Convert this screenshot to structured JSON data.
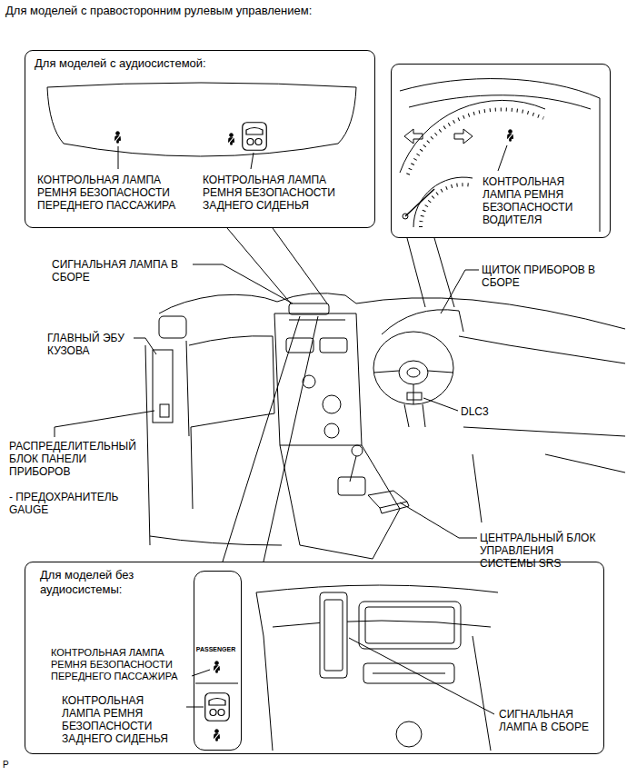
{
  "diagram": {
    "title": "Для моделей с правосторонним рулевым управлением:",
    "nodes": [
      {
        "text": [
          "Для моделей с аудиосистемой:",
          "КОНТРОЛЬНАЯ ЛАМПА РЕМНЯ БЕЗОПАСНОСТИ ПЕРЕДНЕГО ПАССАЖИРА",
          "КОНТРОЛЬНАЯ ЛАМПА РЕМНЯ БЕЗОПАСНОСТИ ЗАДНЕГО СИДЕНЬЯ"
        ]
      },
      {
        "text": [
          "КОНТРОЛЬНАЯ ЛАМПА РЕМНЯ БЕЗОПАСНОСТИ ВОДИТЕЛЯ"
        ]
      },
      {
        "text": [
          "Для моделей без аудиосистемы:",
          "КОНТРОЛЬНАЯ ЛАМПА РЕМНЯ БЕЗОПАСНОСТИ ПЕРЕДНЕГО ПАССАЖИРА",
          "КОНТРОЛЬНАЯ ЛАМПА РЕМНЯ БЕЗОПАСНОСТИ ЗАДНЕГО СИДЕНЬЯ",
          "СИГНАЛЬНАЯ ЛАМПА В СБОРЕ"
        ]
      },
      {
        "text": [
          "PASSENGER"
        ],
        "in": 2
      }
    ],
    "labels": [
      "СИГНАЛЬНАЯ ЛАМПА В СБОРЕ",
      "ЩИТОК ПРИБОРОВ В СБОРЕ",
      "ГЛАВНЫЙ ЭБУ КУЗОВА",
      "DLC3",
      "РАСПРЕДЕЛИТЕЛЬНЫЙ БЛОК ПАНЕЛИ ПРИБОРОВ",
      "- ПРЕДОХРАНИТЕЛЬ GAUGE",
      "ЦЕНТРАЛЬНЫЙ БЛОК УПРАВЛЕНИЯ СИСТЕМЫ SRS",
      "P"
    ]
  }
}
